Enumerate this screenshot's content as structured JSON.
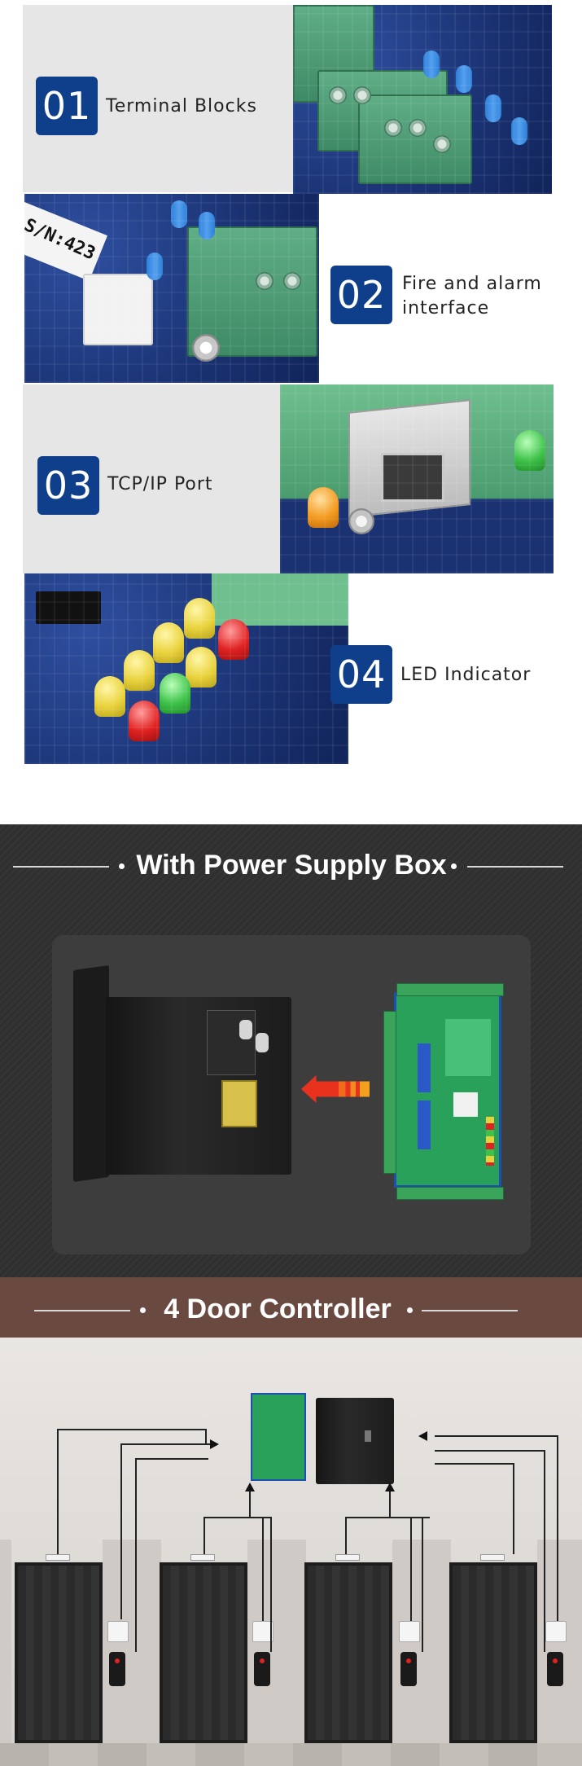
{
  "features": [
    {
      "number": "01",
      "label": "Terminal Blocks"
    },
    {
      "number": "02",
      "label_line1": "Fire and alarm",
      "label_line2": " interface"
    },
    {
      "number": "03",
      "label": "TCP/IP Port"
    },
    {
      "number": "04",
      "label": "LED Indicator"
    }
  ],
  "board_silkscreen": {
    "serial": "S/N:423"
  },
  "power_supply": {
    "title": "With Power Supply Box"
  },
  "door_controller": {
    "title": "4 Door Controller"
  },
  "colors": {
    "badge_blue": "#0f3f8a",
    "panel_gray": "#e6e6e6",
    "pcb_blue": "#1a3272",
    "terminal_green": "#3f8a66",
    "dark_bg": "#2f2f2f",
    "brown_band": "#6a4a40",
    "arrow_red": "#e8321e"
  }
}
